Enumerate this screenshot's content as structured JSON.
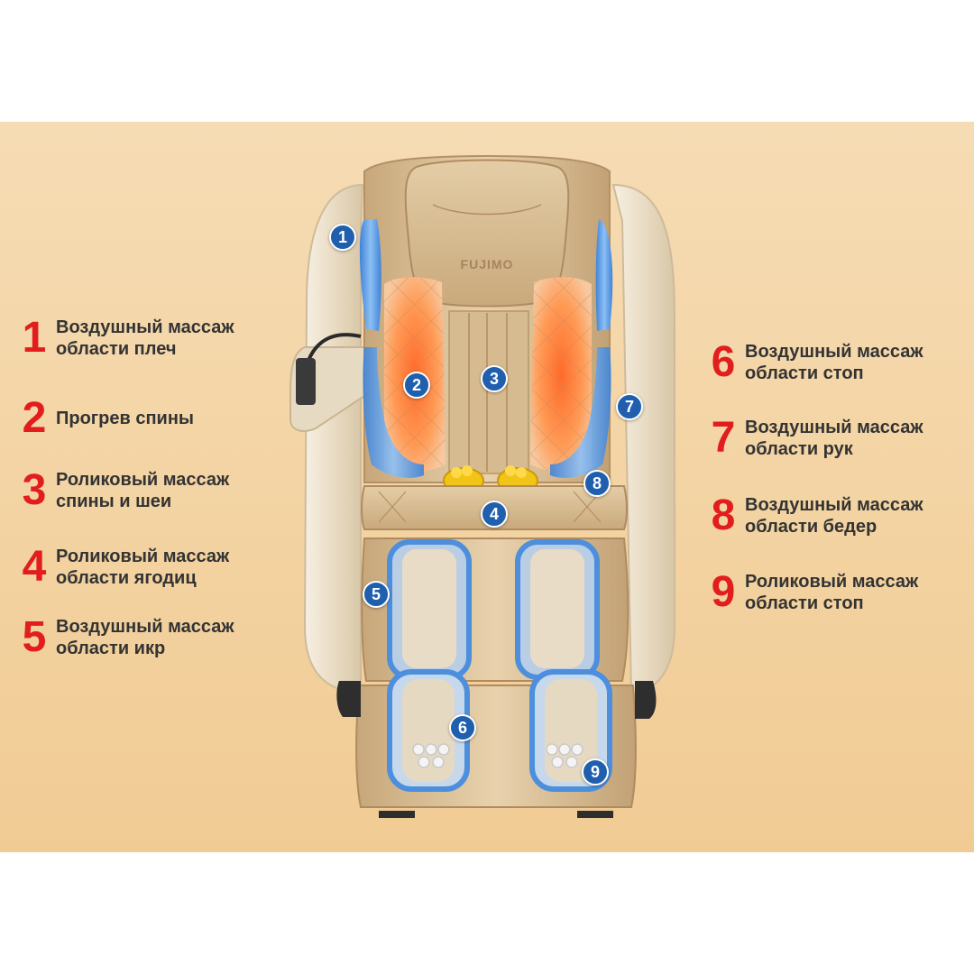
{
  "colors": {
    "number_red": "#e11d1d",
    "text_dark": "#333333",
    "marker_blue": "#1f5fae",
    "air_blue": "#5a9be6",
    "heat_orange": "#ff8a3d",
    "roller_yellow": "#f0c419",
    "chair_beige": "#d9bf96",
    "chair_cream": "#efe5d2"
  },
  "brand_logo": "FUJIMO",
  "legend_left": [
    {
      "num": "1",
      "lines": [
        "Воздушный массаж",
        "области плеч"
      ]
    },
    {
      "num": "2",
      "lines": [
        "Прогрев спины"
      ]
    },
    {
      "num": "3",
      "lines": [
        "Роликовый массаж",
        "спины и шеи"
      ]
    },
    {
      "num": "4",
      "lines": [
        "Роликовый массаж",
        "области ягодиц"
      ]
    },
    {
      "num": "5",
      "lines": [
        "Воздушный массаж",
        "области икр"
      ]
    }
  ],
  "legend_right": [
    {
      "num": "6",
      "lines": [
        "Воздушный массаж",
        "области стоп"
      ]
    },
    {
      "num": "7",
      "lines": [
        "Воздушный массаж",
        "области рук"
      ]
    },
    {
      "num": "8",
      "lines": [
        "Воздушный массаж",
        "области бедер"
      ]
    },
    {
      "num": "9",
      "lines": [
        "Роликовый массаж",
        "области стоп"
      ]
    }
  ],
  "markers": [
    "1",
    "2",
    "3",
    "4",
    "5",
    "6",
    "7",
    "8",
    "9"
  ]
}
